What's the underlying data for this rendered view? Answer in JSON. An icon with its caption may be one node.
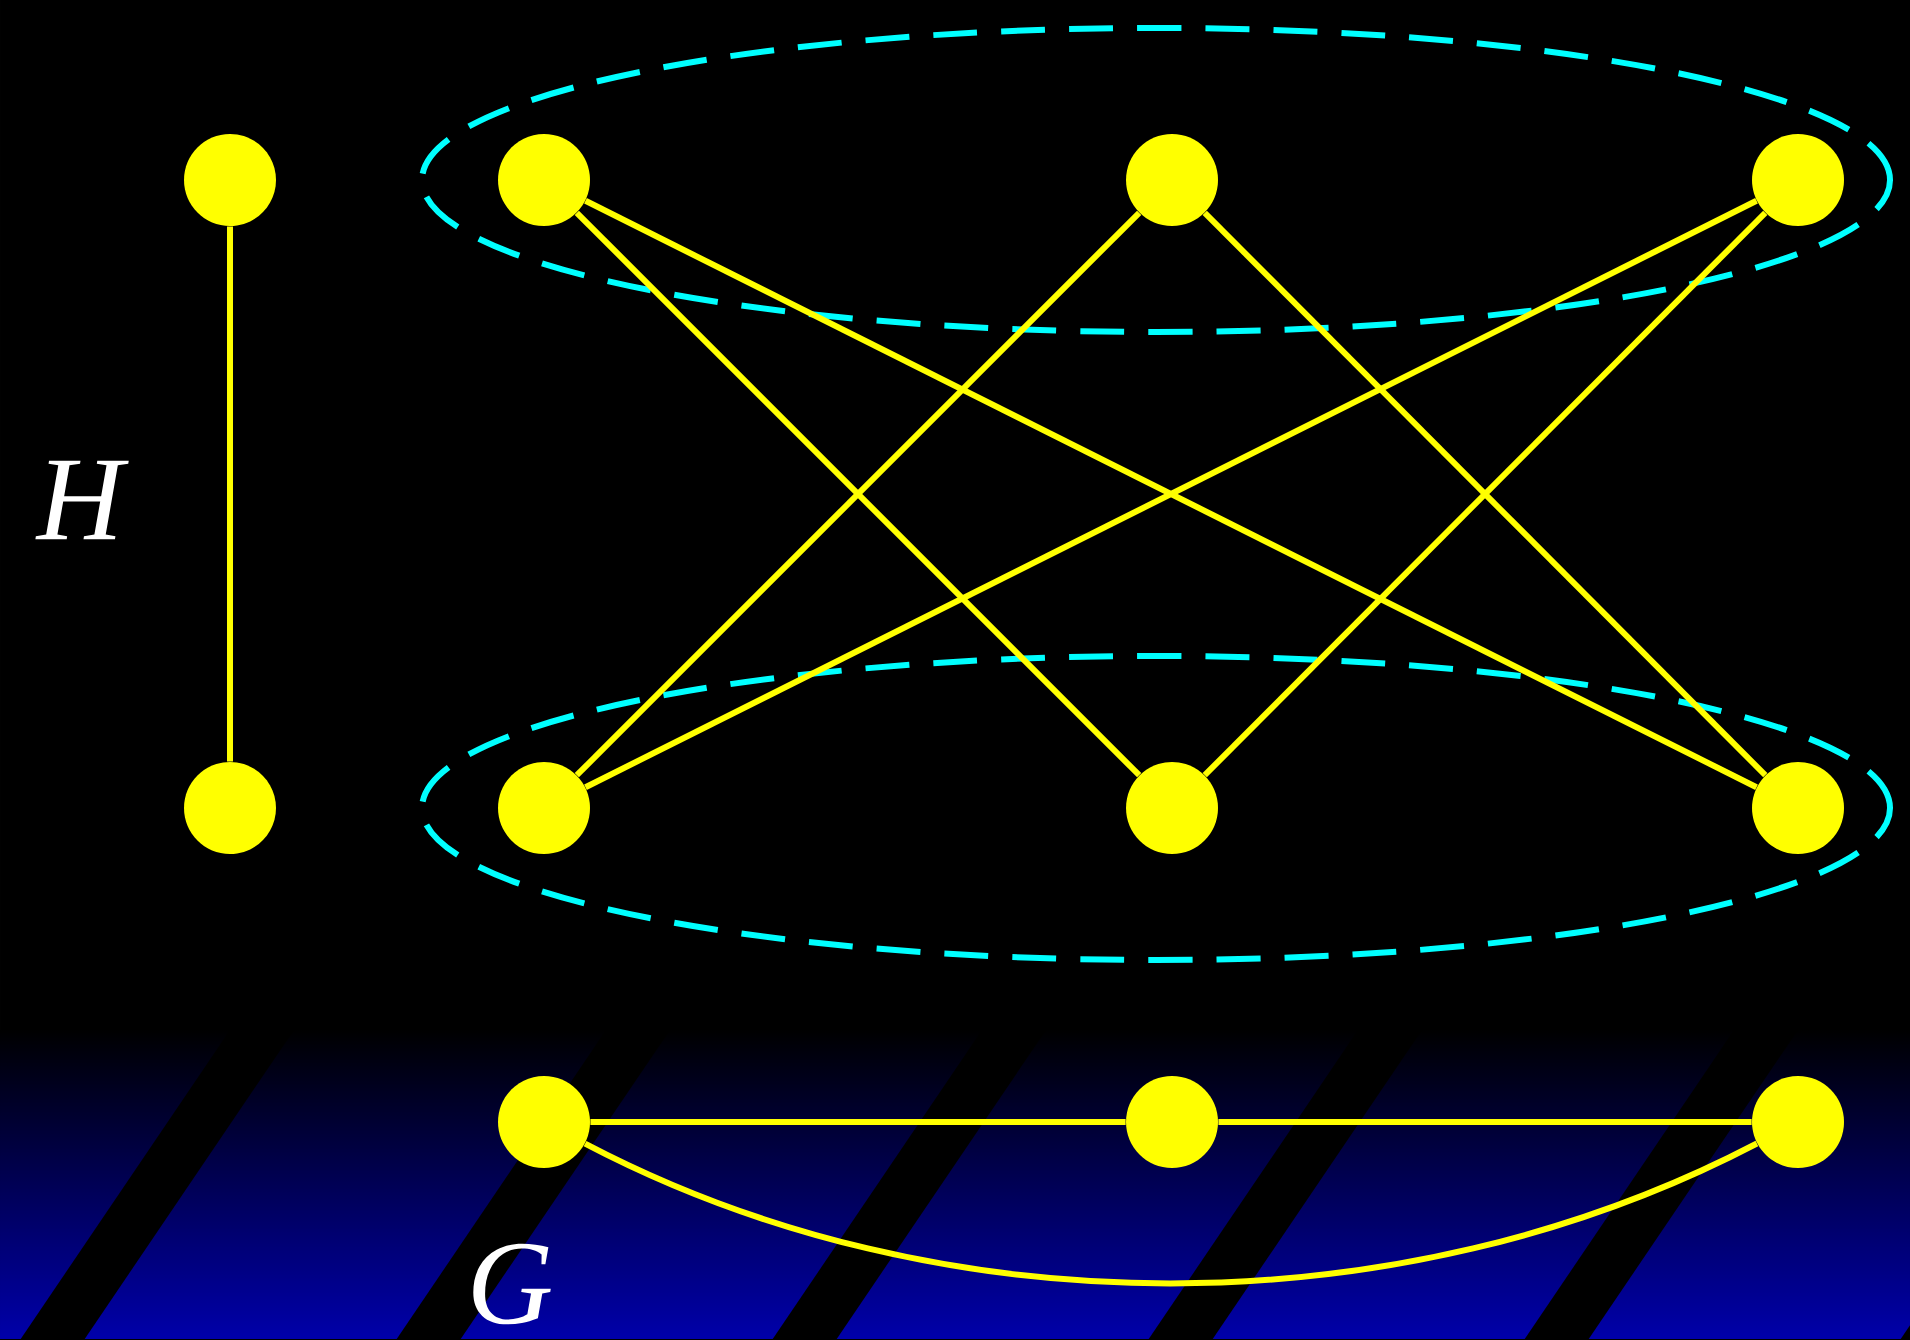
{
  "diagram": {
    "nodes": [
      {
        "text": [],
        "shape": "circle"
      },
      {
        "text": [],
        "shape": "ellipse"
      },
      {
        "text": [],
        "shape": "circle",
        "in": 1
      },
      {
        "text": [],
        "shape": "circle",
        "in": 1
      },
      {
        "text": [],
        "shape": "circle",
        "in": 1
      },
      {
        "text": [],
        "shape": "circle"
      },
      {
        "text": [],
        "shape": "ellipse"
      },
      {
        "text": [],
        "shape": "circle",
        "in": 6
      },
      {
        "text": [],
        "shape": "circle",
        "in": 6
      },
      {
        "text": [],
        "shape": "circle",
        "in": 6
      },
      {
        "text": [],
        "shape": "circle"
      },
      {
        "text": [],
        "shape": "circle"
      },
      {
        "text": [],
        "shape": "circle"
      }
    ],
    "edges": [
      {
        "from": 0,
        "to": 5,
        "arrow": "none"
      },
      {
        "from": 2,
        "to": 8,
        "arrow": "none"
      },
      {
        "from": 2,
        "to": 9,
        "arrow": "none"
      },
      {
        "from": 3,
        "to": 7,
        "arrow": "none"
      },
      {
        "from": 3,
        "to": 9,
        "arrow": "none"
      },
      {
        "from": 4,
        "to": 7,
        "arrow": "none"
      },
      {
        "from": 4,
        "to": 8,
        "arrow": "none"
      },
      {
        "from": 10,
        "to": 11,
        "arrow": "none"
      },
      {
        "from": 11,
        "to": 12,
        "arrow": "none"
      },
      {
        "from": 10,
        "to": 12,
        "arrow": "none"
      }
    ],
    "labels": [
      "H",
      "G"
    ]
  }
}
